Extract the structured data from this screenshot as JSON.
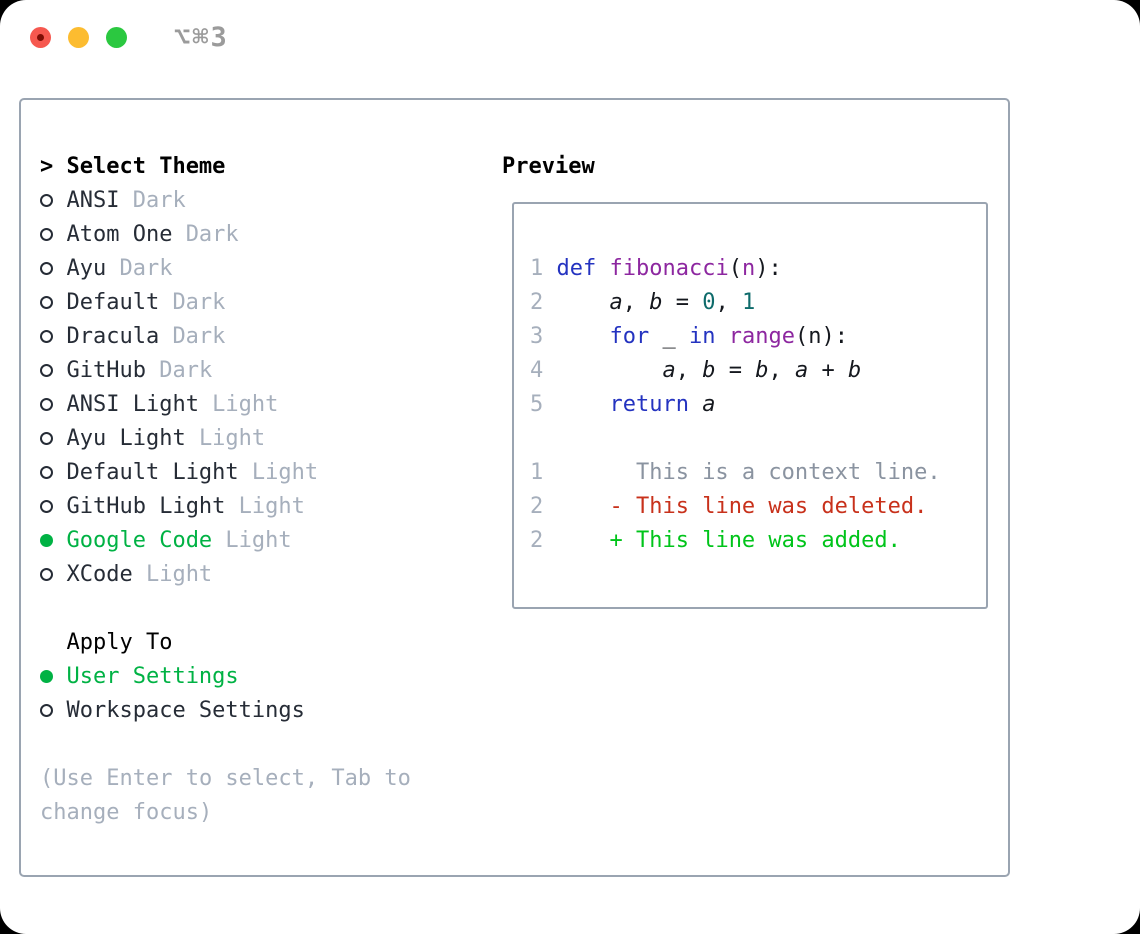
{
  "window": {
    "title": "⌥⌘3",
    "traffic_lights": [
      "close",
      "minimize",
      "zoom"
    ]
  },
  "colors": {
    "accent_green": "#00b244",
    "diff_added_green": "#00c41a",
    "diff_removed_red": "#c8311b",
    "keyword_blue": "#2433c0",
    "function_purple": "#8d27a0",
    "literal_teal": "#0e6b6b",
    "muted_gray": "#a6afbc",
    "border_gray": "#9aa4b1"
  },
  "themes": {
    "prompt": ">",
    "header": "Select Theme",
    "items": [
      {
        "name": "ANSI",
        "variant": "Dark",
        "selected": false,
        "icon": "radio-circle-outline"
      },
      {
        "name": "Atom One",
        "variant": "Dark",
        "selected": false,
        "icon": "radio-circle-outline"
      },
      {
        "name": "Ayu",
        "variant": "Dark",
        "selected": false,
        "icon": "radio-circle-outline"
      },
      {
        "name": "Default",
        "variant": "Dark",
        "selected": false,
        "icon": "radio-circle-outline"
      },
      {
        "name": "Dracula",
        "variant": "Dark",
        "selected": false,
        "icon": "radio-circle-outline"
      },
      {
        "name": "GitHub",
        "variant": "Dark",
        "selected": false,
        "icon": "radio-circle-outline"
      },
      {
        "name": "ANSI Light",
        "variant": "Light",
        "selected": false,
        "icon": "radio-circle-outline"
      },
      {
        "name": "Ayu Light",
        "variant": "Light",
        "selected": false,
        "icon": "radio-circle-outline"
      },
      {
        "name": "Default Light",
        "variant": "Light",
        "selected": false,
        "icon": "radio-circle-outline"
      },
      {
        "name": "GitHub Light",
        "variant": "Light",
        "selected": false,
        "icon": "radio-circle-outline"
      },
      {
        "name": "Google Code",
        "variant": "Light",
        "selected": true,
        "icon": "radio-circle-filled"
      },
      {
        "name": "XCode",
        "variant": "Light",
        "selected": false,
        "icon": "radio-circle-outline"
      }
    ]
  },
  "apply_to": {
    "header": "Apply To",
    "options": [
      {
        "label": "User Settings",
        "selected": true,
        "icon": "radio-circle-filled"
      },
      {
        "label": "Workspace Settings",
        "selected": false,
        "icon": "radio-circle-outline"
      }
    ]
  },
  "footer": {
    "hint": "(Use Enter to select, Tab to change focus)"
  },
  "preview": {
    "title": "Preview",
    "lines": [
      [
        {
          "t": "1 ",
          "c": "ln"
        },
        {
          "t": "def ",
          "c": "kw"
        },
        {
          "t": "fibonacci",
          "c": "fn"
        },
        {
          "t": "(",
          "c": "pl"
        },
        {
          "t": "n",
          "c": "fn"
        },
        {
          "t": "):",
          "c": "pl"
        }
      ],
      [
        {
          "t": "2 ",
          "c": "ln"
        },
        {
          "t": "    ",
          "c": "pl"
        },
        {
          "t": "a",
          "c": "var"
        },
        {
          "t": ", ",
          "c": "pl"
        },
        {
          "t": "b",
          "c": "var"
        },
        {
          "t": " = ",
          "c": "pl"
        },
        {
          "t": "0",
          "c": "num"
        },
        {
          "t": ", ",
          "c": "pl"
        },
        {
          "t": "1",
          "c": "num"
        }
      ],
      [
        {
          "t": "3 ",
          "c": "ln"
        },
        {
          "t": "    ",
          "c": "pl"
        },
        {
          "t": "for",
          "c": "kw"
        },
        {
          "t": " _ ",
          "c": "pl"
        },
        {
          "t": "in",
          "c": "kw"
        },
        {
          "t": " ",
          "c": "pl"
        },
        {
          "t": "range",
          "c": "fn"
        },
        {
          "t": "(n):",
          "c": "pl"
        }
      ],
      [
        {
          "t": "4 ",
          "c": "ln"
        },
        {
          "t": "        ",
          "c": "pl"
        },
        {
          "t": "a",
          "c": "var"
        },
        {
          "t": ", ",
          "c": "pl"
        },
        {
          "t": "b",
          "c": "var"
        },
        {
          "t": " = ",
          "c": "pl"
        },
        {
          "t": "b",
          "c": "var"
        },
        {
          "t": ", ",
          "c": "pl"
        },
        {
          "t": "a",
          "c": "var"
        },
        {
          "t": " + ",
          "c": "pl"
        },
        {
          "t": "b",
          "c": "var"
        }
      ],
      [
        {
          "t": "5 ",
          "c": "ln"
        },
        {
          "t": "    ",
          "c": "pl"
        },
        {
          "t": "return",
          "c": "kw"
        },
        {
          "t": " ",
          "c": "pl"
        },
        {
          "t": "a",
          "c": "var"
        }
      ],
      [],
      [
        {
          "t": "1",
          "c": "ln"
        },
        {
          "t": "       This is a context line.",
          "c": "ctx"
        }
      ],
      [
        {
          "t": "2",
          "c": "ln"
        },
        {
          "t": "     ",
          "c": "pl"
        },
        {
          "t": "- This line was deleted.",
          "c": "del"
        }
      ],
      [
        {
          "t": "2",
          "c": "ln"
        },
        {
          "t": "     ",
          "c": "pl"
        },
        {
          "t": "+ This line was added.",
          "c": "add"
        }
      ]
    ]
  }
}
